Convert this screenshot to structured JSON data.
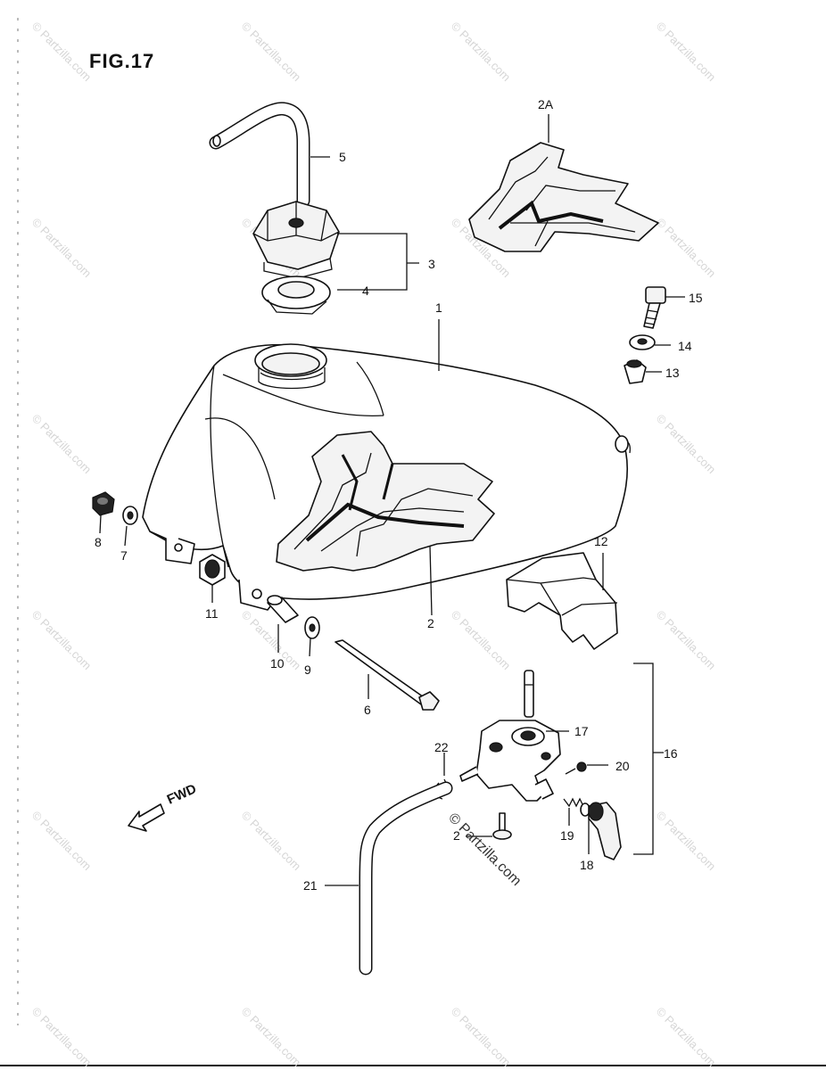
{
  "figure_title": "FIG.17",
  "fwd_label": "FWD",
  "watermark_text": "© Partzilla.com",
  "callouts": {
    "p1": "1",
    "p2": "2",
    "p2a": "2A",
    "p3": "3",
    "p4": "4",
    "p5": "5",
    "p6": "6",
    "p7": "7",
    "p8": "8",
    "p9": "9",
    "p10": "10",
    "p11": "11",
    "p12": "12",
    "p13": "13",
    "p14": "14",
    "p15": "15",
    "p16": "16",
    "p17": "17",
    "p18": "18",
    "p19": "19",
    "p20": "20",
    "p21": "21",
    "p22": "22",
    "p23": "2"
  }
}
